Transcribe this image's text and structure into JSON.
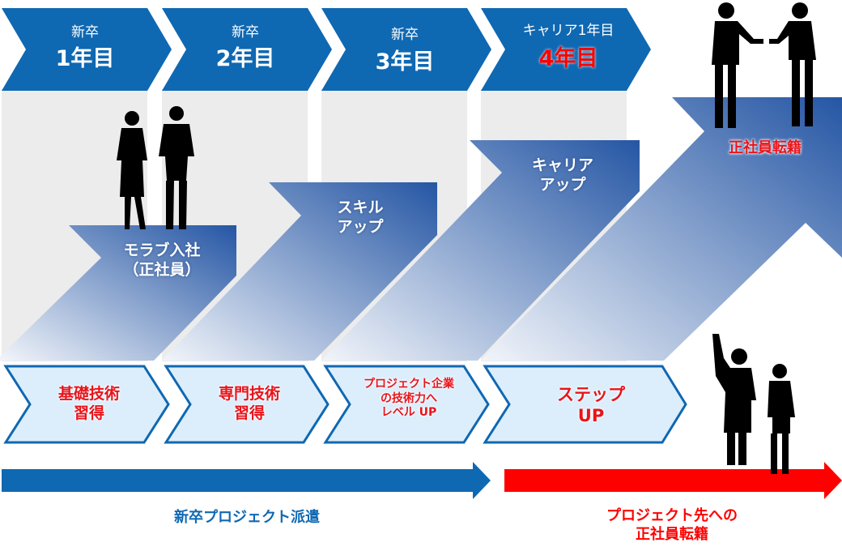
{
  "colors": {
    "primary": "#0f68b2",
    "accent_red": "#ff0000",
    "light_fill": "#dceefb",
    "column_bg": "#ececec",
    "gradient_dark": "#2556a4",
    "gradient_light": "#eef2f8"
  },
  "header": [
    {
      "sub": "新卒",
      "main": "1年目"
    },
    {
      "sub": "新卒",
      "main": "2年目"
    },
    {
      "sub": "新卒",
      "main": "3年目"
    },
    {
      "sub": "キャリア1年目",
      "main": "4年目",
      "main_color": "#ff0000"
    }
  ],
  "steps": [
    {
      "lines": [
        "モラブ入社",
        "（正社員）"
      ]
    },
    {
      "lines": [
        "スキル",
        "アップ"
      ]
    },
    {
      "lines": [
        "キャリア",
        "アップ"
      ]
    },
    {
      "lines": [
        "正社員転籍"
      ],
      "color": "#e8141b"
    }
  ],
  "goals": [
    {
      "lines": [
        "基礎技術",
        "習得"
      ]
    },
    {
      "lines": [
        "専門技術",
        "習得"
      ]
    },
    {
      "lines": [
        "プロジェクト企業",
        "の技術力へ",
        "レベル UP"
      ]
    },
    {
      "lines": [
        "ステップ",
        "UP"
      ]
    }
  ],
  "phases": [
    {
      "lines": [
        "新卒プロジェクト派遣"
      ],
      "color": "#0f68b2"
    },
    {
      "lines": [
        "プロジェクト先への",
        "正社員転籍"
      ],
      "color": "#ff0000"
    }
  ],
  "icons": [
    "businesswoman-silhouette",
    "businessman-silhouette",
    "handshake-silhouette",
    "fist-pump-silhouette"
  ]
}
